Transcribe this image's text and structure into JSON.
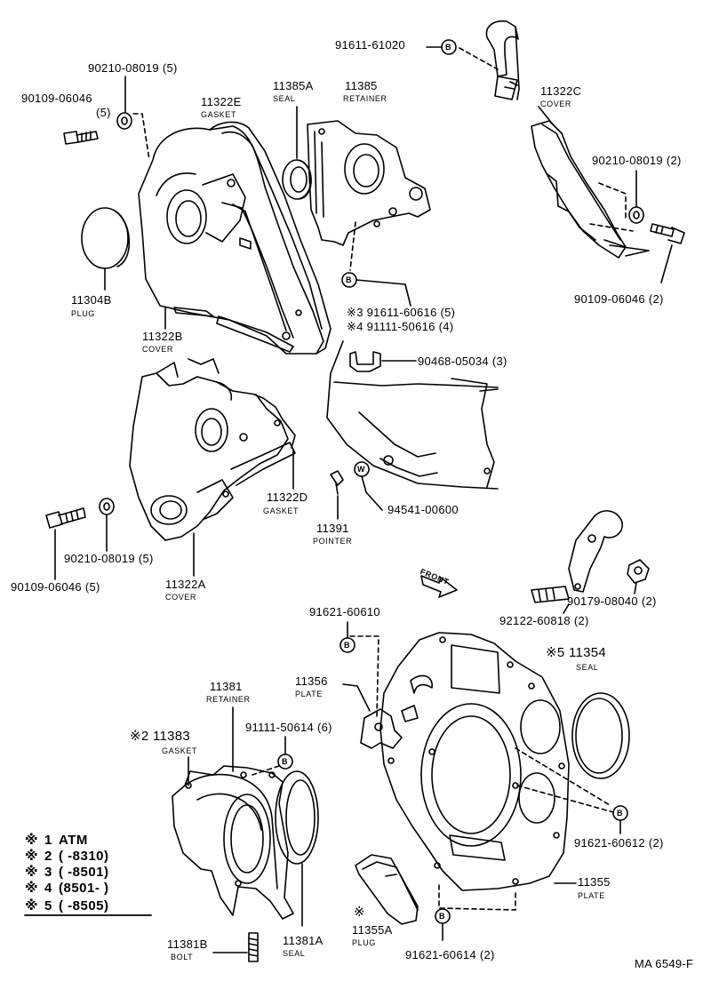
{
  "diagram_id": "MA 6549-F",
  "callout_markers": {
    "bolt": "B",
    "washer": "W"
  },
  "legend": [
    {
      "mark": "※",
      "num": "1",
      "text": "ATM"
    },
    {
      "mark": "※",
      "num": "2",
      "text": "(       -8310)"
    },
    {
      "mark": "※",
      "num": "3",
      "text": "(       -8501)"
    },
    {
      "mark": "※",
      "num": "4",
      "text": "(8501-        )"
    },
    {
      "mark": "※",
      "num": "5",
      "text": "(       -8505)"
    }
  ],
  "parts": {
    "p91611_61020": "91611-61020",
    "p90210_08019_top": "90210-08019 (5)",
    "p90109_06046_top": "90109-06046",
    "p90109_06046_top_qty": "(5)",
    "p11322E": "11322E",
    "p11322E_desc": "GASKET",
    "p11385A": "11385A",
    "p11385A_desc": "SEAL",
    "p11385": "11385",
    "p11385_desc": "RETAINER",
    "p11322C": "11322C",
    "p11322C_desc": "COVER",
    "p90210_08019_right": "90210-08019 (2)",
    "p90109_06046_right": "90109-06046 (2)",
    "p11304B": "11304B",
    "p11304B_desc": "PLUG",
    "p11322B": "11322B",
    "p11322B_desc": "COVER",
    "p91611_60616": "※3 91611-60616 (5)",
    "p91111_50616": "※4 91111-50616 (4)",
    "p90468_05034": "90468-05034 (3)",
    "p11322D": "11322D",
    "p11322D_desc": "GASKET",
    "p94541_00600": "94541-00600",
    "p11391": "11391",
    "p11391_desc": "POINTER",
    "p90109_06046_left": "90109-06046 (5)",
    "p90210_08019_left": "90210-08019 (5)",
    "p11322A": "11322A",
    "p11322A_desc": "COVER",
    "front": "FRONT",
    "p90179_08040": "90179-08040 (2)",
    "p92122_60818": "92122-60818 (2)",
    "p91621_60610": "91621-60610",
    "p11354": "※5 11354",
    "p11354_desc": "SEAL",
    "p11356": "11356",
    "p11356_desc": "PLATE",
    "p11381": "11381",
    "p11381_desc": "RETAINER",
    "p91111_50614": "91111-50614 (6)",
    "p11383": "※2 11383",
    "p11383_desc": "GASKET",
    "p91621_60612": "91621-60612 (2)",
    "p11355": "11355",
    "p11355_desc": "PLATE",
    "p11355A": "※",
    "p11355A_num": "11355A",
    "p11355A_desc": "PLUG",
    "p11381B": "11381B",
    "p11381B_desc": "BOLT",
    "p11381A": "11381A",
    "p11381A_desc": "SEAL",
    "p91621_60614": "91621-60614 (2)"
  }
}
